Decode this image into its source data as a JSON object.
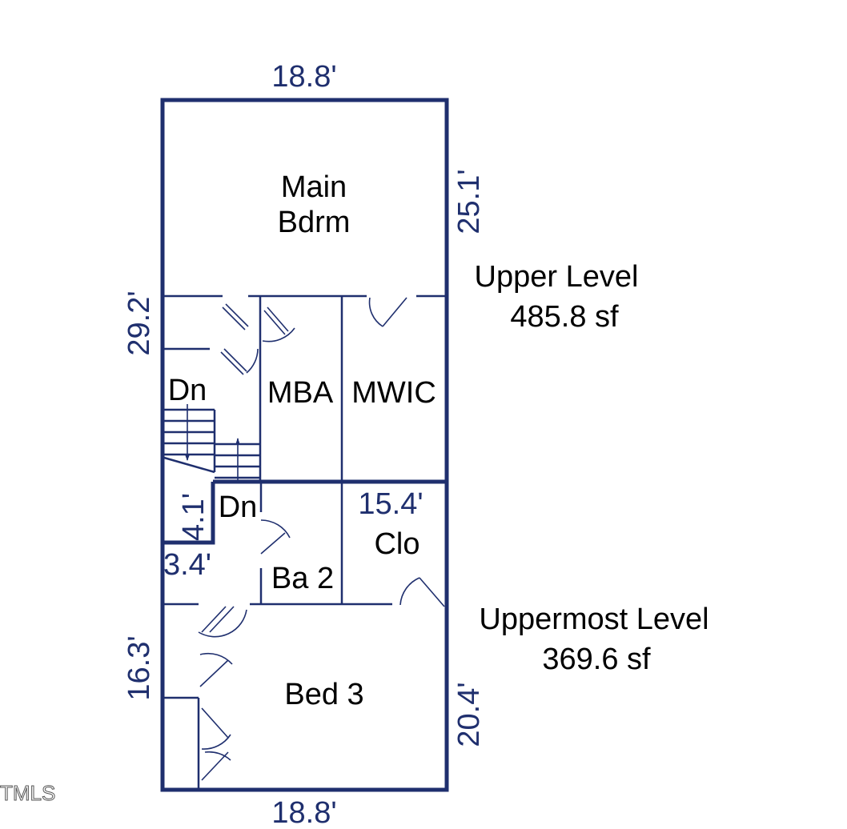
{
  "floorplan": {
    "colors": {
      "wall": "#1f2f6e",
      "dimension": "#1f2f6e",
      "label": "#000000"
    },
    "rooms": {
      "main_bdrm_line1": "Main",
      "main_bdrm_line2": "Bdrm",
      "mba": "MBA",
      "mwic": "MWIC",
      "dn_upper": "Dn",
      "dn_lower": "Dn",
      "ba2": "Ba 2",
      "clo": "Clo",
      "bed3": "Bed 3"
    },
    "dimensions": {
      "top": "18.8'",
      "right_upper": "25.1'",
      "left_upper": "29.2'",
      "stair_vertical": "4.1'",
      "stair_horizontal": "3.4'",
      "interior": "15.4'",
      "left_lower": "16.3'",
      "right_lower": "20.4'",
      "bottom": "18.8'"
    },
    "levels": [
      {
        "name": "Upper Level",
        "area": "485.8 sf"
      },
      {
        "name": "Uppermost Level",
        "area": "369.6 sf"
      }
    ],
    "watermark": "TMLS"
  }
}
